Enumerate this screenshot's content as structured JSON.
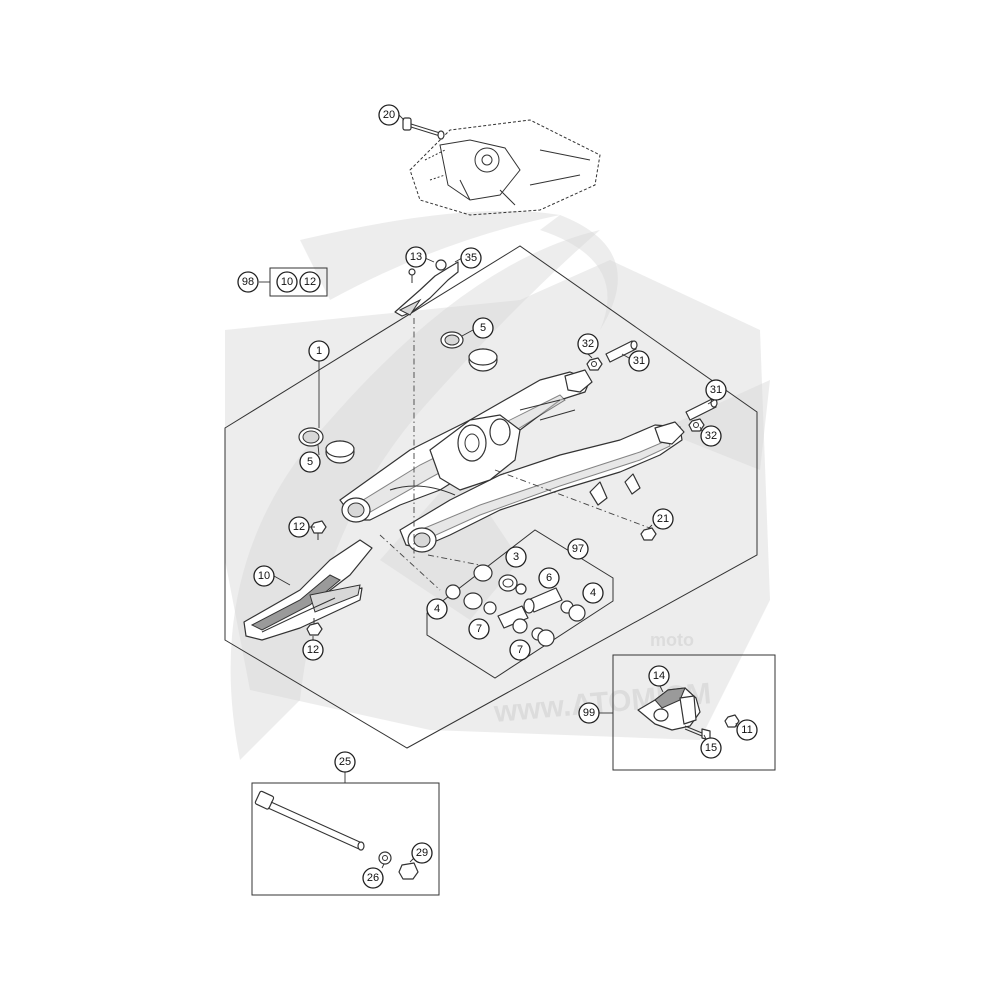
{
  "watermark": {
    "brand": "moto",
    "url": "www.ATOMICM"
  },
  "labels": {
    "l1": "1",
    "l3": "3",
    "l4a": "4",
    "l4b": "4",
    "l5a": "5",
    "l5b": "5",
    "l6": "6",
    "l7a": "7",
    "l7b": "7",
    "l10a": "10",
    "l10b": "10",
    "l11": "11",
    "l12a": "12",
    "l12b": "12",
    "l12c": "12",
    "l13": "13",
    "l14": "14",
    "l15": "15",
    "l20": "20",
    "l21": "21",
    "l25": "25",
    "l26": "26",
    "l29": "29",
    "l31a": "31",
    "l31b": "31",
    "l32a": "32",
    "l32b": "32",
    "l35": "35",
    "l97": "97",
    "l98": "98",
    "l99": "99"
  }
}
